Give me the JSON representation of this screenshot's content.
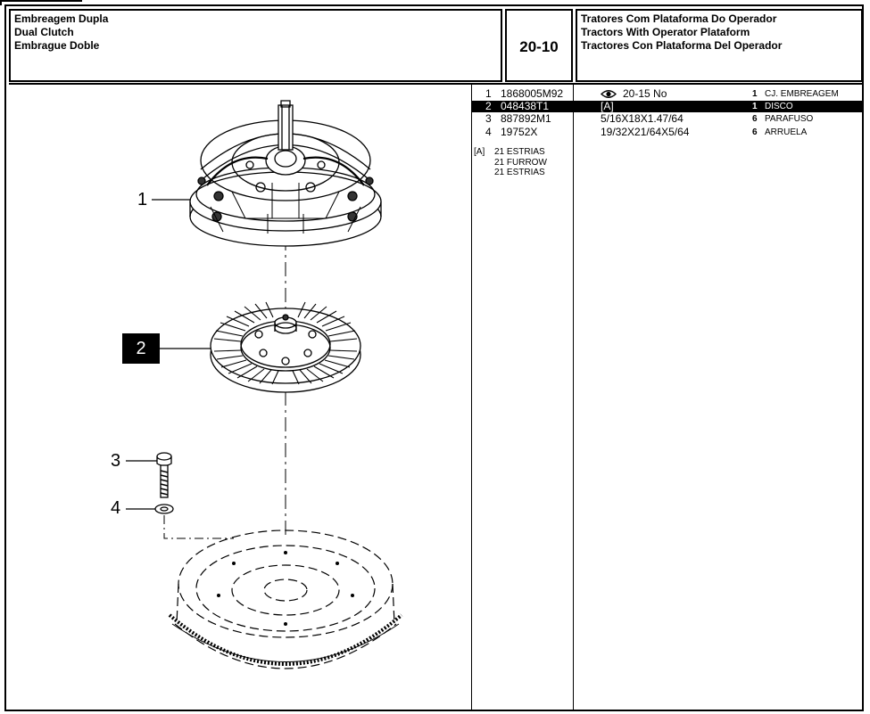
{
  "header": {
    "title_pt": "Embreagem Dupla",
    "title_en": "Dual Clutch",
    "title_es": "Embrague Doble",
    "section_code": "20-10",
    "group_pt": "Tratores Com Plataforma Do Operador",
    "group_en": "Tractors With Operator Plataform",
    "group_es": "Tractores Con Plataforma Del Operador"
  },
  "parts": [
    {
      "no": "1",
      "part_number": "1868005M92",
      "description": "20-15 No",
      "ref_icon": "eye-icon",
      "qty": "1",
      "name": "CJ. EMBREAGEM",
      "selected": false
    },
    {
      "no": "2",
      "part_number": "048438T1",
      "description": "[A]",
      "qty": "1",
      "name": "DISCO",
      "selected": true
    },
    {
      "no": "3",
      "part_number": "887892M1",
      "description": "5/16X18X1.47/64",
      "qty": "6",
      "name": "PARAFUSO",
      "selected": false
    },
    {
      "no": "4",
      "part_number": "19752X",
      "description": "19/32X21/64X5/64",
      "qty": "6",
      "name": "ARRUELA",
      "selected": false
    }
  ],
  "notes": {
    "marker": "[A]",
    "lines": [
      "21 ESTRIAS",
      "21 FURROW",
      "21 ESTRIAS"
    ]
  },
  "diagram": {
    "callouts": [
      "1",
      "2",
      "3",
      "4"
    ],
    "selected_callout": "2"
  },
  "colors": {
    "line": "#000000",
    "selected_bg": "#000000",
    "selected_text": "#ffffff"
  }
}
